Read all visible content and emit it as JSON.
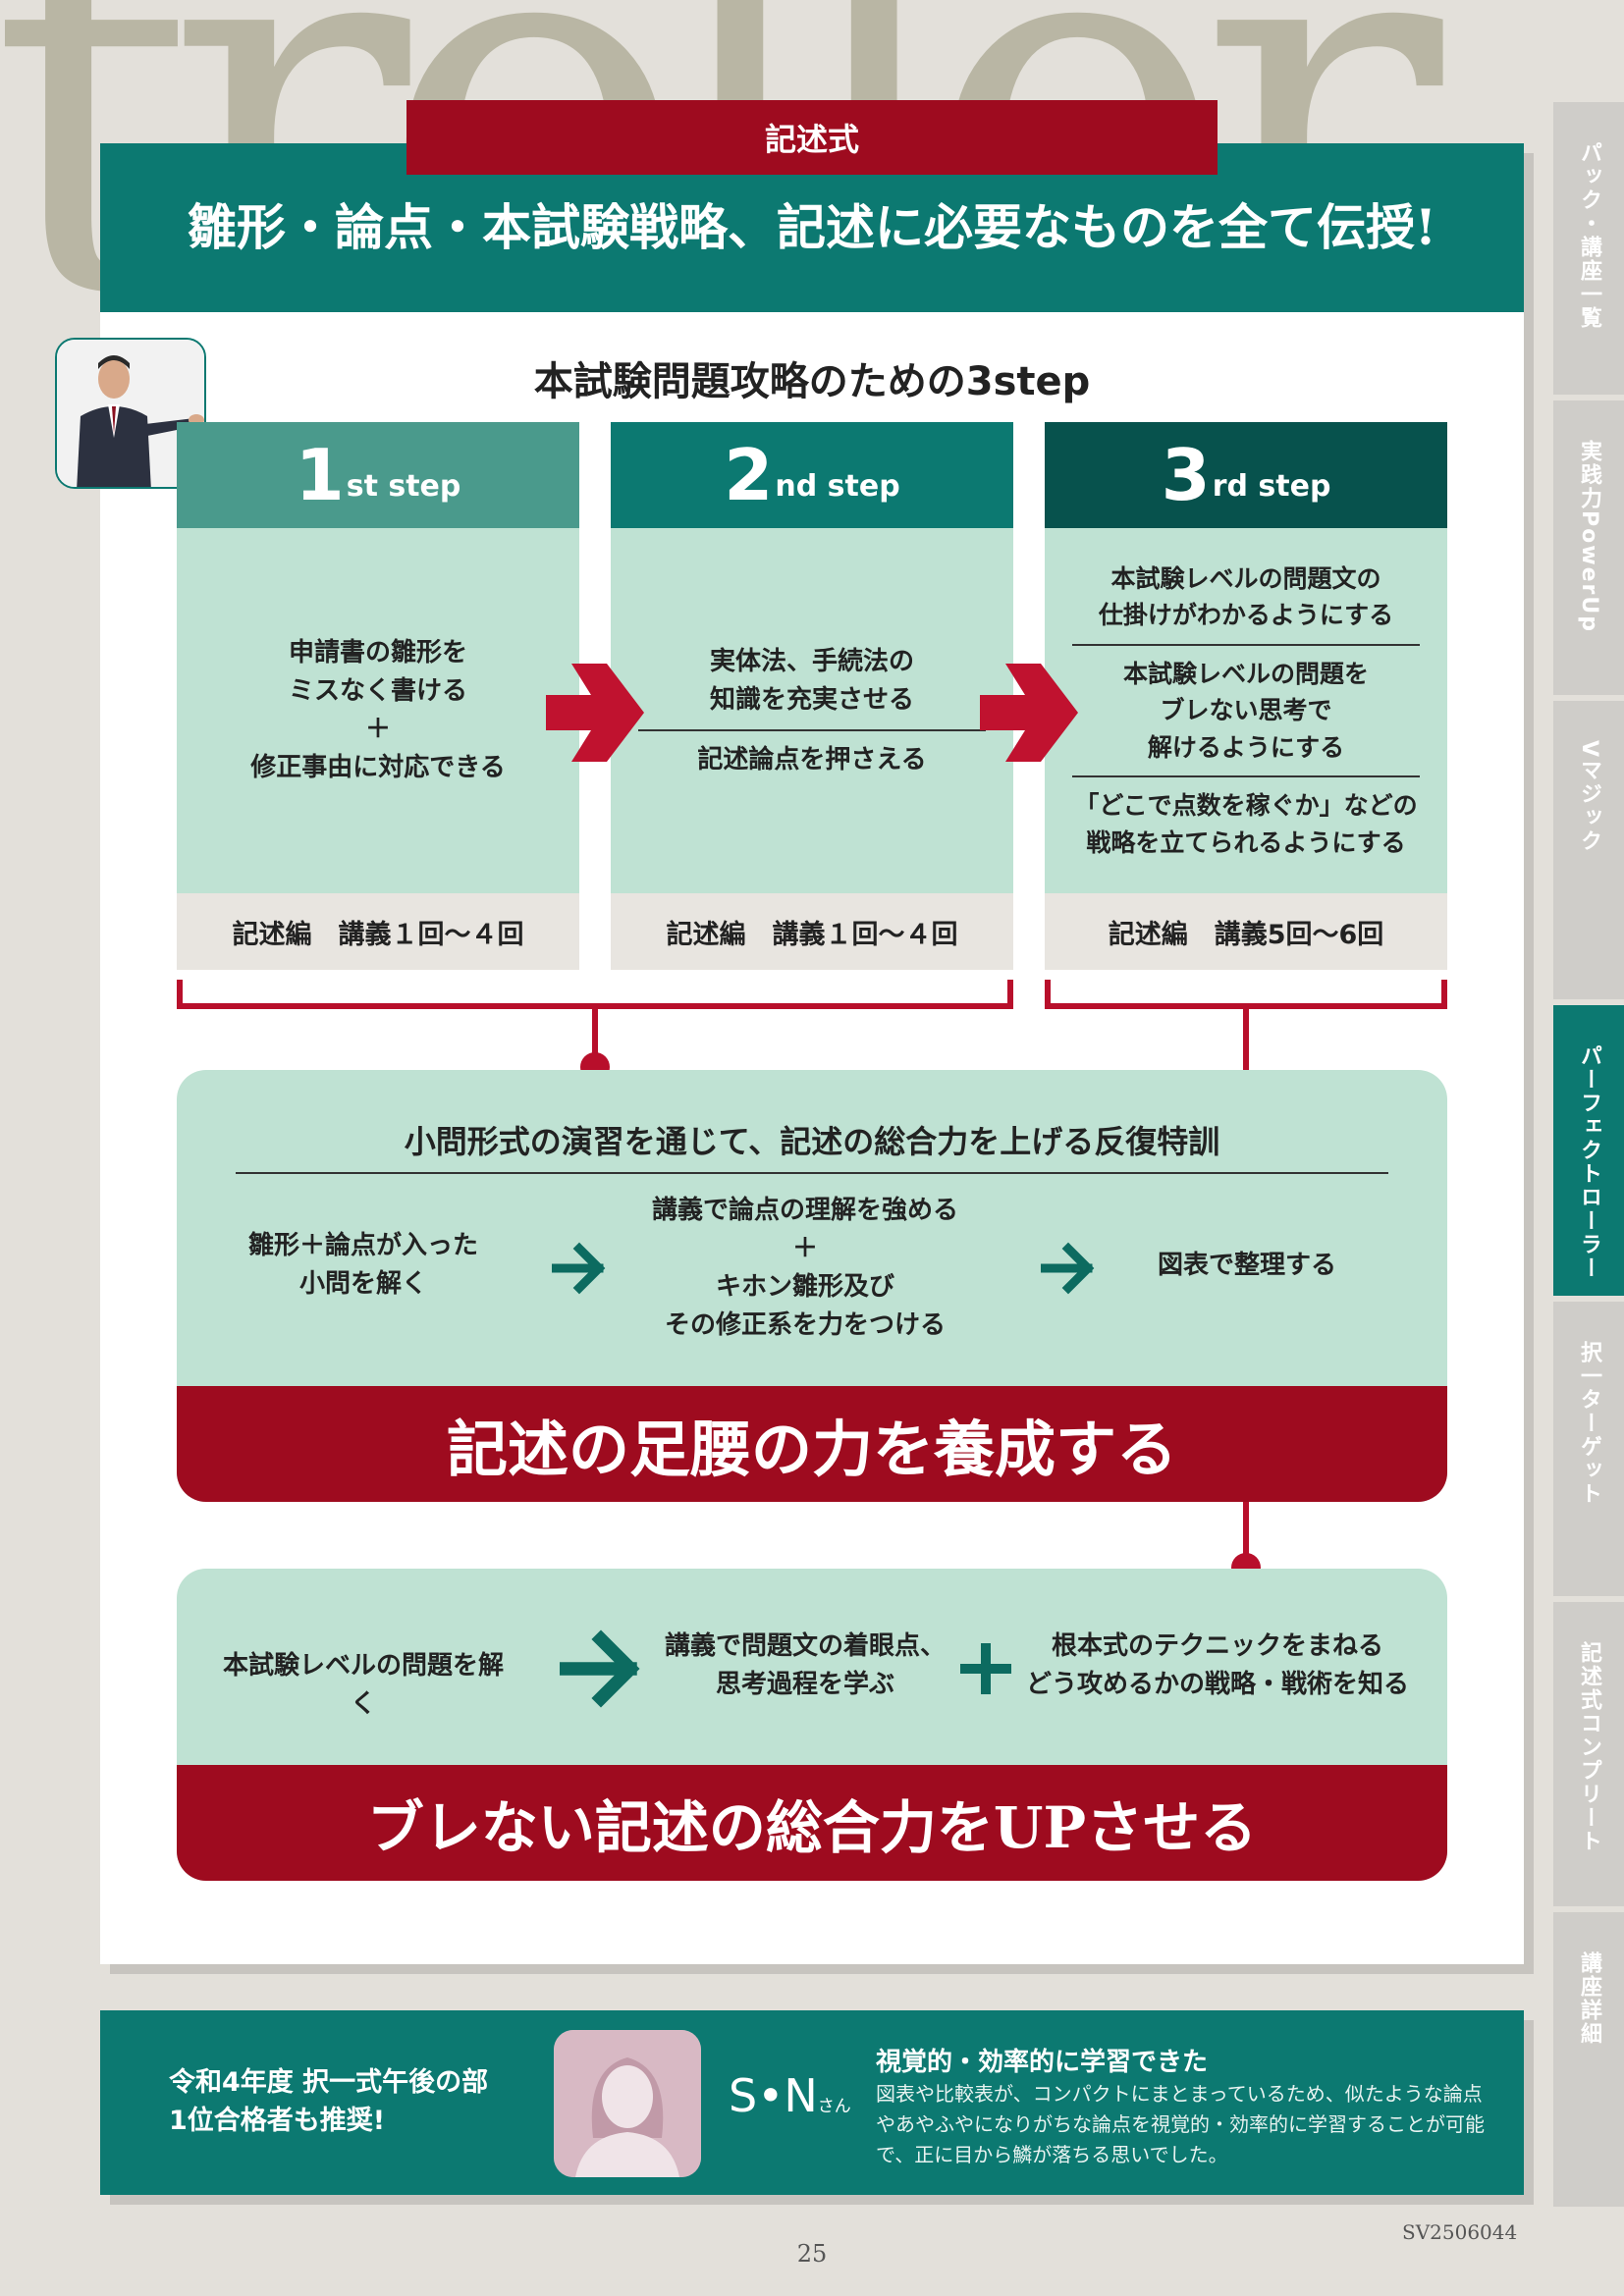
{
  "background_word": "troller",
  "header": {
    "tag": "記述式",
    "headline": "雛形・論点・本試験戦略、記述に必要なものを全て伝授!"
  },
  "steps_title": "本試験問題攻略のための3step",
  "steps": [
    {
      "num": "1",
      "suffix": "st step",
      "lines_a": [
        "申請書の雛形を",
        "ミスなく書ける",
        "＋",
        "修正事由に対応できる"
      ],
      "footer": "記述編　講義１回〜４回"
    },
    {
      "num": "2",
      "suffix": "nd step",
      "lines_a": [
        "実体法、手続法の",
        "知識を充実させる"
      ],
      "lines_b": [
        "記述論点を押さえる"
      ],
      "footer": "記述編　講義１回〜４回"
    },
    {
      "num": "3",
      "suffix": "rd step",
      "lines_a": [
        "本試験レベルの問題文の",
        "仕掛けがわかるようにする"
      ],
      "lines_b": [
        "本試験レベルの問題を",
        "ブレない思考で",
        "解けるようにする"
      ],
      "lines_c": [
        "「どこで点数を稼ぐか」などの",
        "戦略を立てられるようにする"
      ],
      "footer": "記述編　講義5回〜6回"
    }
  ],
  "panel1": {
    "title": "小問形式の演習を通じて、記述の総合力を上げる反復特訓",
    "flow1": [
      "雛形＋論点が入った",
      "小問を解く"
    ],
    "flow2": [
      "講義で論点の理解を強める",
      "＋",
      "キホン雛形及び",
      "その修正系を力をつける"
    ],
    "flow3": [
      "図表で整理する"
    ],
    "band": "記述の足腰の力を養成する"
  },
  "panel2": {
    "flow1": [
      "本試験レベルの問題を解く"
    ],
    "flow2": [
      "講義で問題文の着眼点、",
      "思考過程を学ぶ"
    ],
    "flow3": [
      "根本式のテクニックをまねる",
      "どう攻めるかの戦略・戦術を知る"
    ],
    "band": "ブレない記述の総合力をUPさせる"
  },
  "side_tabs": [
    "パック・講座一覧",
    "実践力PowerUp",
    "Vマジック",
    "パーフェクトローラー",
    "択一ターゲット",
    "記述式コンプリート",
    "講座詳細"
  ],
  "footer": {
    "left_line1": "令和4年度 択一式午後の部",
    "left_line2": "1位合格者も推奨!",
    "student_name": "S•N",
    "student_suffix": "さん",
    "testimonial_title": "視覚的・効率的に学習できた",
    "testimonial_body": "図表や比較表が、コンパクトにまとまっているため、似たような論点やあやふやになりがちな論点を視覚的・効率的に学習することが可能で、正に目から鱗が落ちる思いでした。"
  },
  "page_number": "25",
  "doc_code": "SV2506044",
  "colors": {
    "teal": "#0c7971",
    "red": "#9e0b1f",
    "mint": "#bfe2d3"
  }
}
